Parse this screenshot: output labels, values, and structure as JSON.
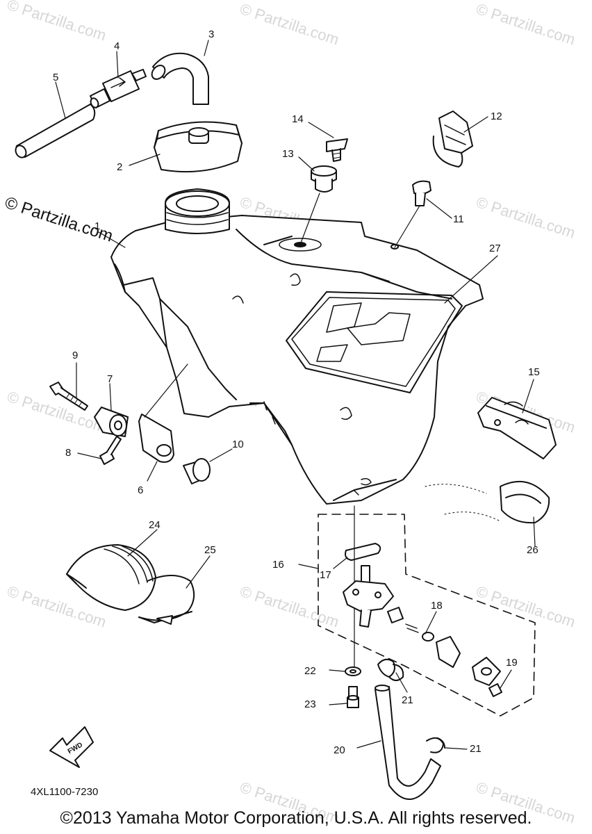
{
  "watermark_text": "© Partzilla.com",
  "watermark_dark_text": "© Partzilla.com",
  "callouts": [
    "1",
    "2",
    "3",
    "4",
    "5",
    "6",
    "7",
    "8",
    "9",
    "10",
    "11",
    "12",
    "13",
    "14",
    "15",
    "16",
    "17",
    "18",
    "19",
    "20",
    "21",
    "21",
    "22",
    "23",
    "24",
    "25",
    "26",
    "27"
  ],
  "fwd_label": "FWD",
  "part_number": "4XL1100-7230",
  "copyright": "©2013 Yamaha Motor Corporation, U.S.A. All rights reserved."
}
